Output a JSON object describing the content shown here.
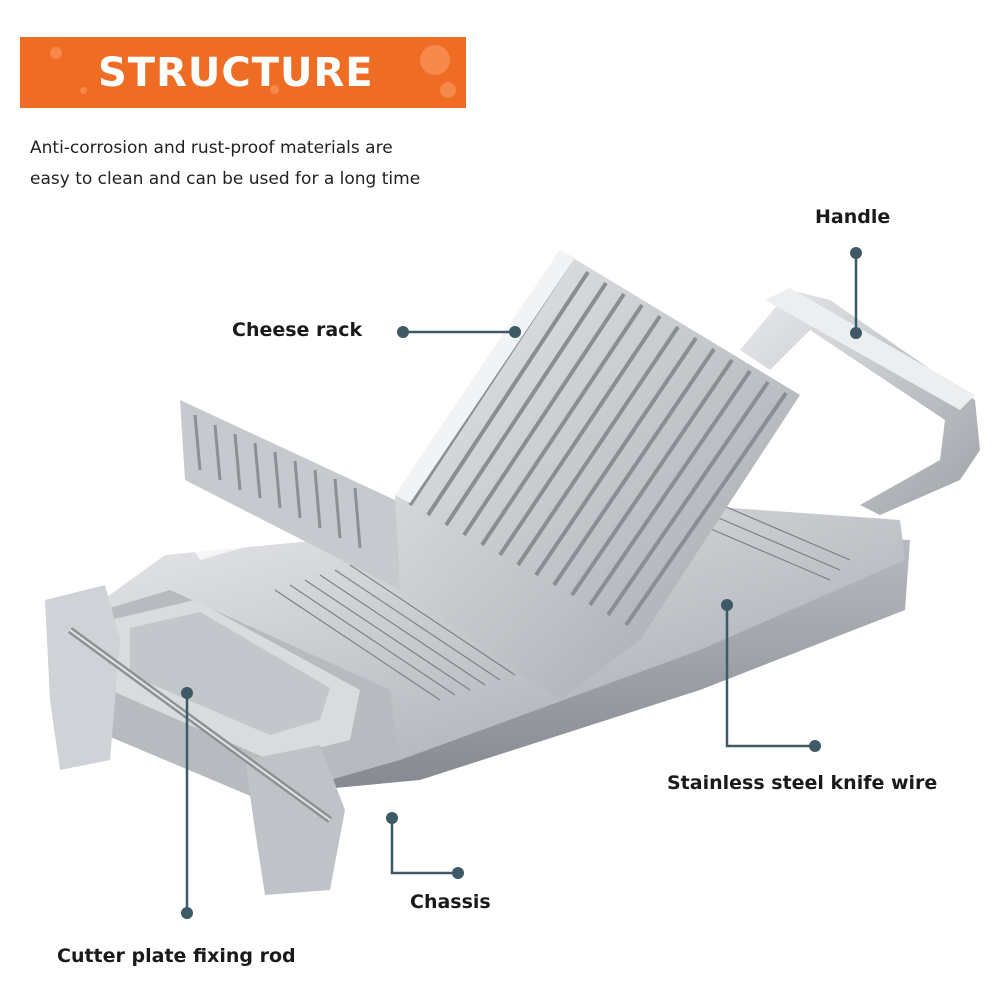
{
  "banner": {
    "title": "STRUCTURE"
  },
  "subtitle": {
    "line1": "Anti-corrosion and rust-proof materials are",
    "line2": "easy to clean and can be used for a long time"
  },
  "labels": {
    "handle": "Handle",
    "cheese_rack": "Cheese rack",
    "knife_wire": "Stainless steel knife wire",
    "chassis": "Chassis",
    "fixing_rod": "Cutter plate fixing rod"
  },
  "colors": {
    "banner": "#ef6c24",
    "callout": "#3d5a66",
    "metal": "#c9ccd0"
  }
}
